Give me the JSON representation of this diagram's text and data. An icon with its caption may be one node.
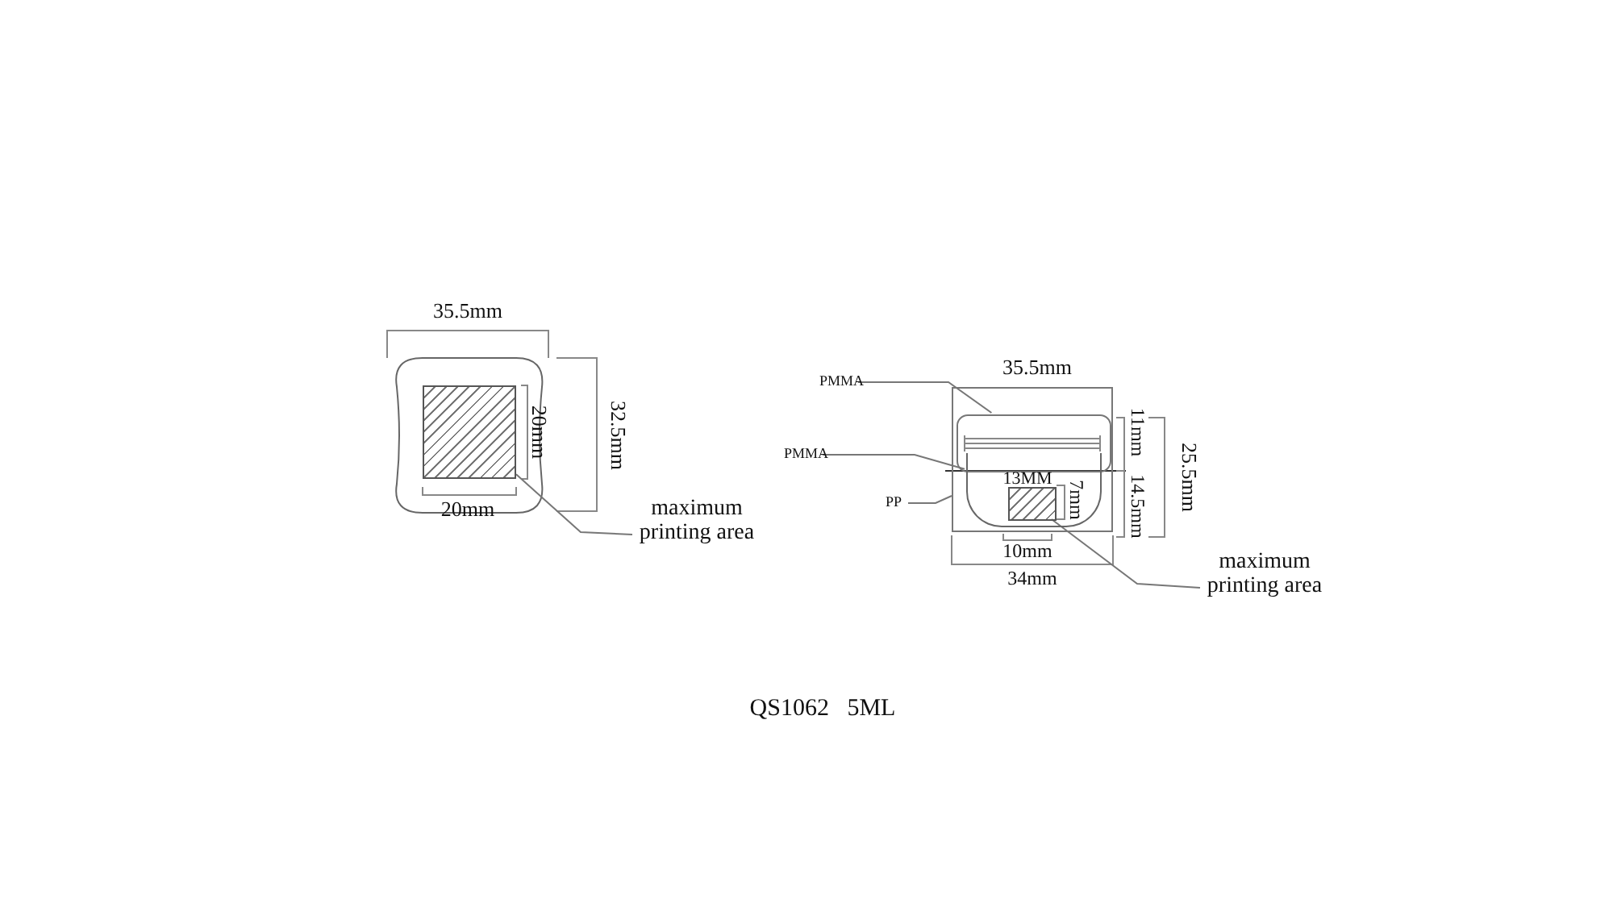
{
  "diagram": {
    "caption": "QS1062   5ML",
    "nodes": [
      {
        "text": [
          "maximum printing area"
        ]
      },
      {
        "text": [],
        "shape": "box"
      },
      {
        "text": [
          "PMMA"
        ]
      },
      {
        "text": [
          "PMMA"
        ]
      },
      {
        "text": [
          "PP"
        ]
      },
      {
        "text": [],
        "shape": "box"
      },
      {
        "text": [],
        "shape": "box",
        "in": 5
      },
      {
        "text": [],
        "shape": "cup",
        "in": 5
      },
      {
        "text": [],
        "shape": "box",
        "in": 7
      },
      {
        "text": [
          "maximum printing area"
        ]
      }
    ],
    "edges": [
      {
        "from": 0,
        "to": 1,
        "arrow": "none"
      },
      {
        "from": 2,
        "to": 6,
        "arrow": "none"
      },
      {
        "from": 3,
        "to": 7,
        "arrow": "none"
      },
      {
        "from": 4,
        "to": 5,
        "arrow": "none"
      },
      {
        "from": 9,
        "to": 8,
        "arrow": "none"
      }
    ],
    "labels": [
      "35.5mm",
      "32.5mm",
      "20mm",
      "20mm",
      "35.5mm",
      "13MM",
      "7mm",
      "11mm",
      "14.5mm",
      "25.5mm",
      "10mm",
      "34mm"
    ]
  }
}
